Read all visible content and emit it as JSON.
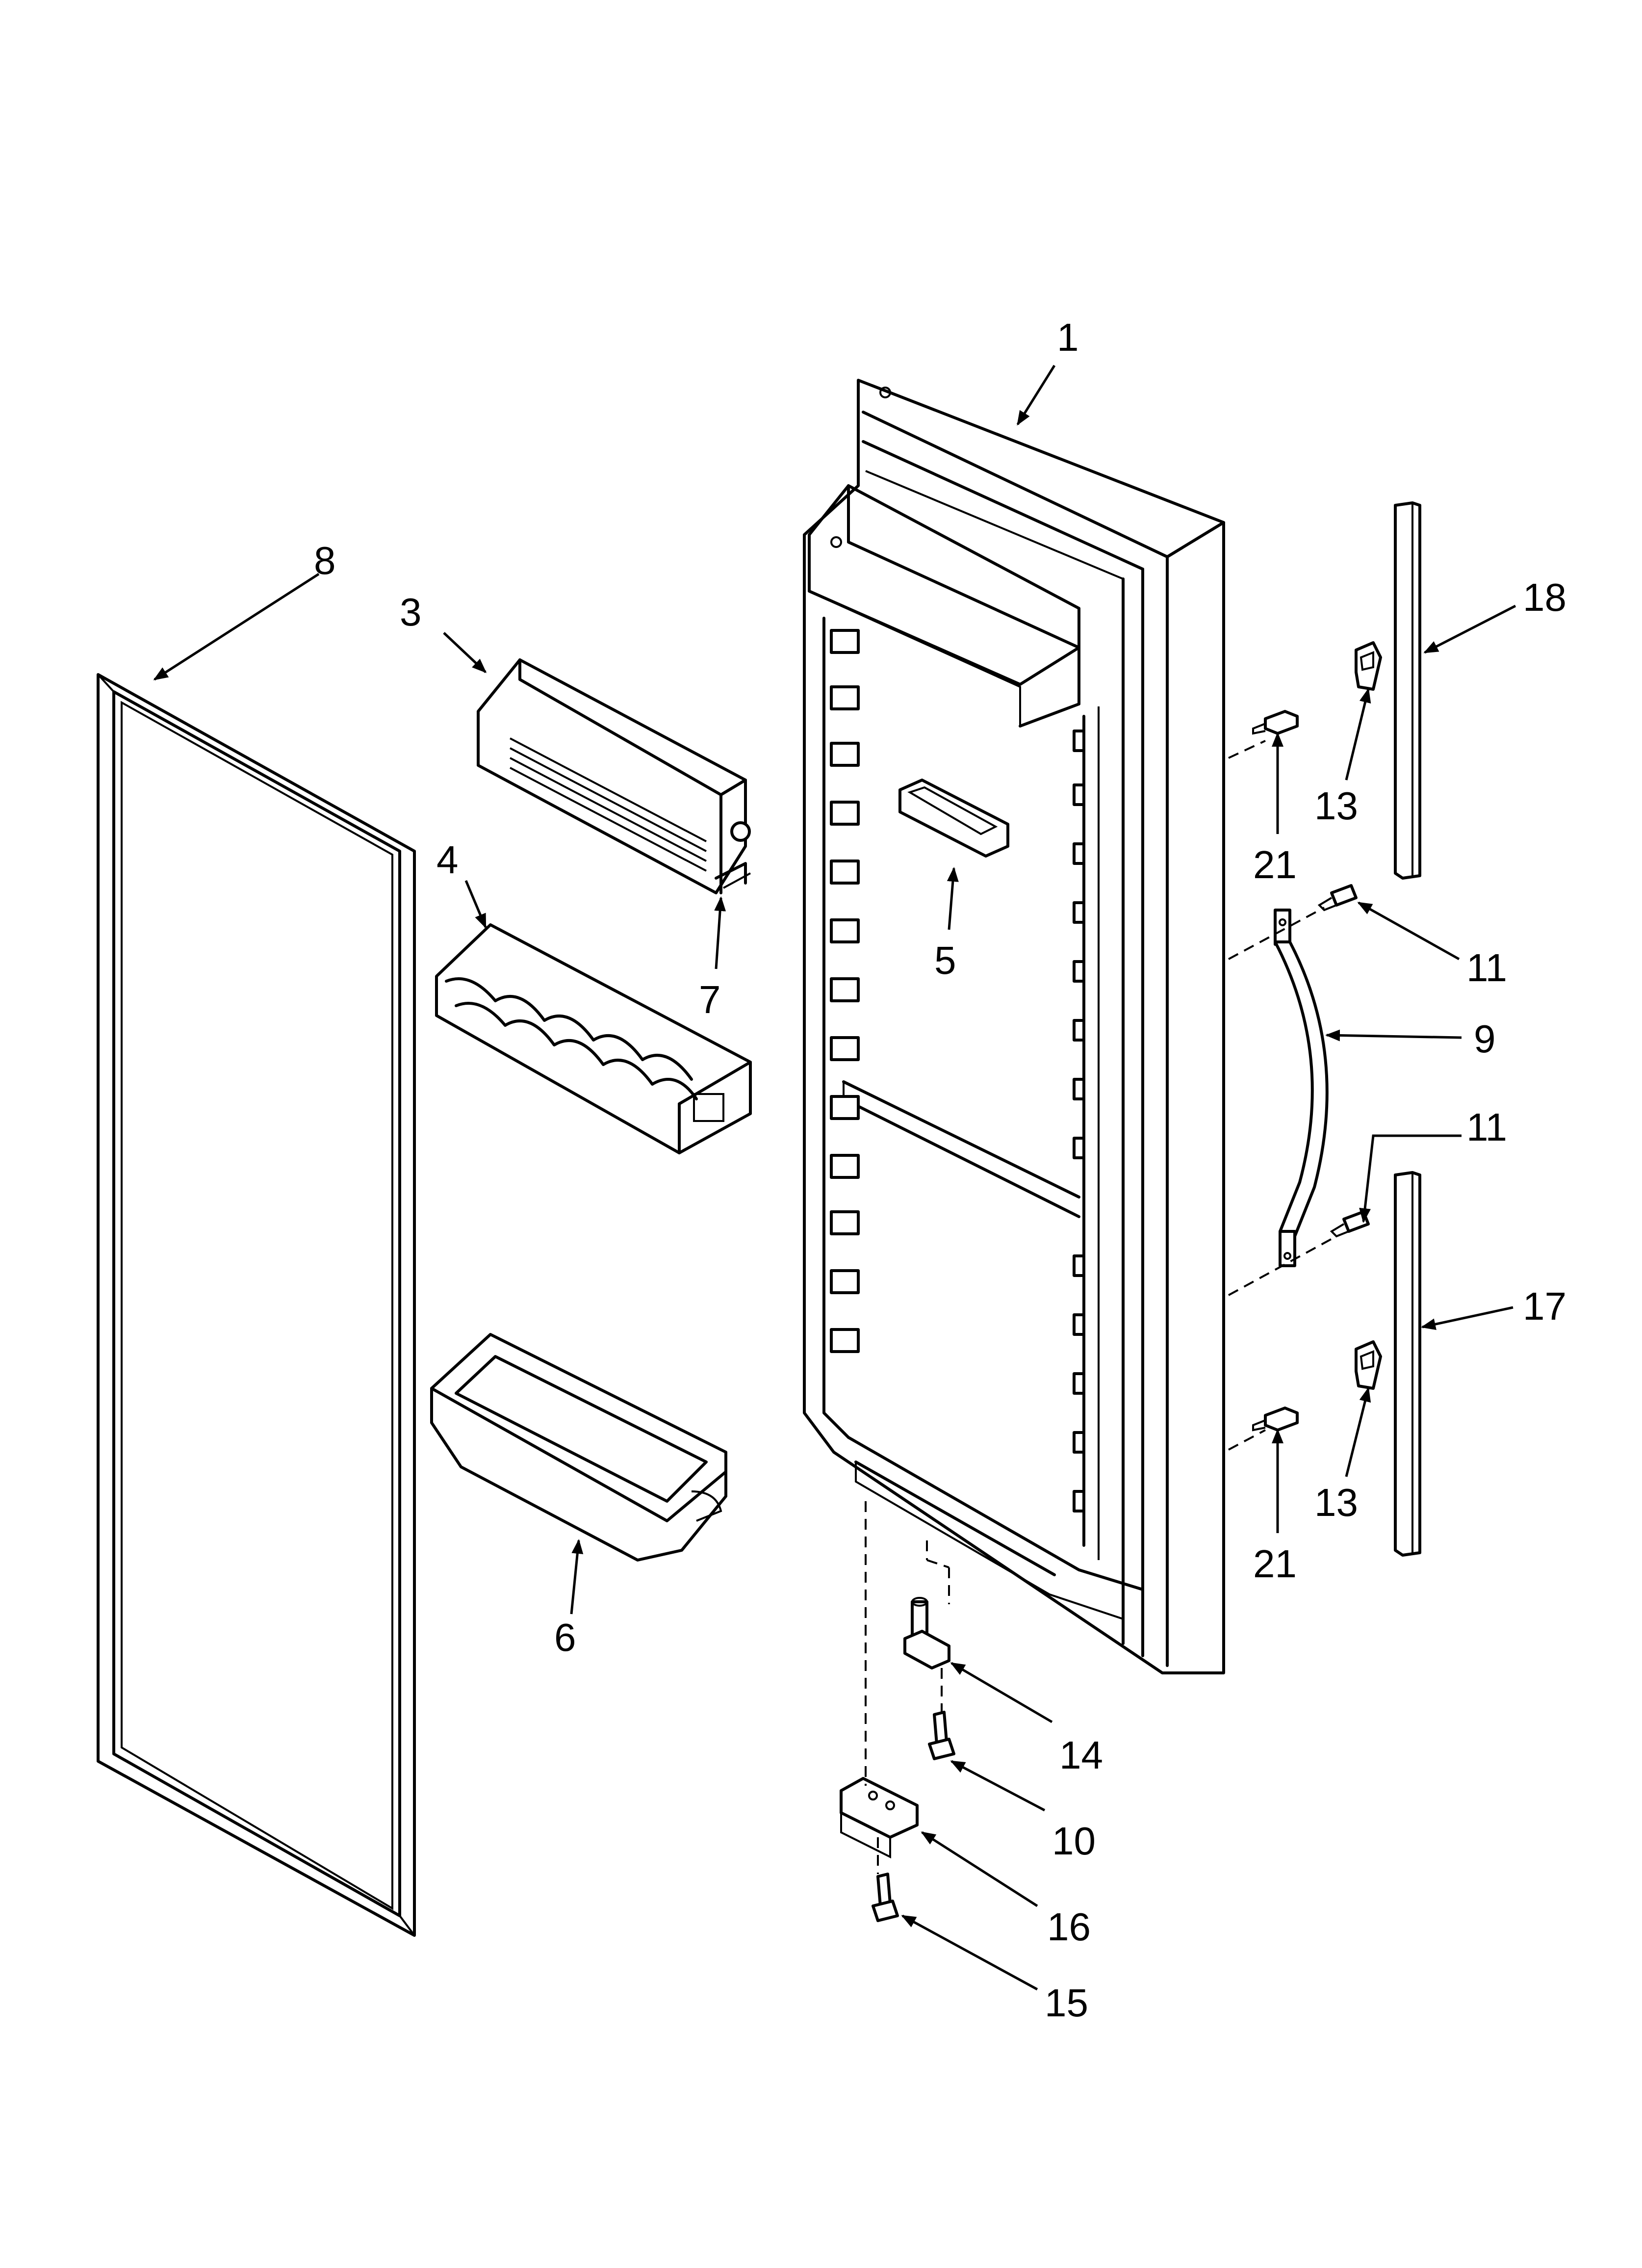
{
  "diagram": {
    "callouts": [
      {
        "id": "1",
        "label": "1"
      },
      {
        "id": "3",
        "label": "3"
      },
      {
        "id": "4",
        "label": "4"
      },
      {
        "id": "5",
        "label": "5"
      },
      {
        "id": "6",
        "label": "6"
      },
      {
        "id": "7",
        "label": "7"
      },
      {
        "id": "8",
        "label": "8"
      },
      {
        "id": "9",
        "label": "9"
      },
      {
        "id": "10",
        "label": "10"
      },
      {
        "id": "11a",
        "label": "11"
      },
      {
        "id": "11b",
        "label": "11"
      },
      {
        "id": "13a",
        "label": "13"
      },
      {
        "id": "13b",
        "label": "13"
      },
      {
        "id": "14",
        "label": "14"
      },
      {
        "id": "15",
        "label": "15"
      },
      {
        "id": "16",
        "label": "16"
      },
      {
        "id": "17",
        "label": "17"
      },
      {
        "id": "18",
        "label": "18"
      },
      {
        "id": "21a",
        "label": "21"
      },
      {
        "id": "21b",
        "label": "21"
      }
    ]
  }
}
